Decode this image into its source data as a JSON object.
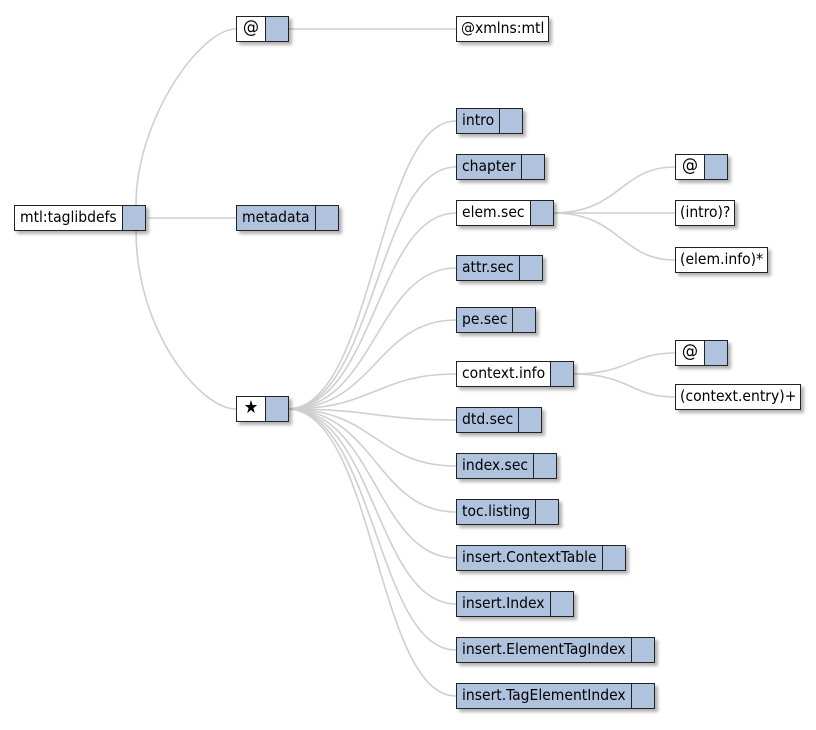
{
  "nodes": {
    "root": "mtl:taglibdefs",
    "attrs_root": "@",
    "xmlns": "@xmlns:mtl",
    "metadata": "metadata",
    "choice_icon": "★",
    "intro": "intro",
    "chapter": "chapter",
    "elem_sec": "elem.sec",
    "attr_sec": "attr.sec",
    "pe_sec": "pe.sec",
    "context_info": "context.info",
    "dtd_sec": "dtd.sec",
    "index_sec": "index.sec",
    "toc_listing": "toc.listing",
    "insert_context_table": "insert.ContextTable",
    "insert_index": "insert.Index",
    "insert_element_tag_index": "insert.ElementTagIndex",
    "insert_tag_element_index": "insert.TagElementIndex",
    "elem_attrs": "@",
    "elem_intro": "(intro)?",
    "elem_info": "(elem.info)*",
    "context_attrs": "@",
    "context_entry": "(context.entry)+"
  },
  "colors": {
    "fill": "#afc3de",
    "link": "#cfcfcf",
    "border": "#222222"
  }
}
